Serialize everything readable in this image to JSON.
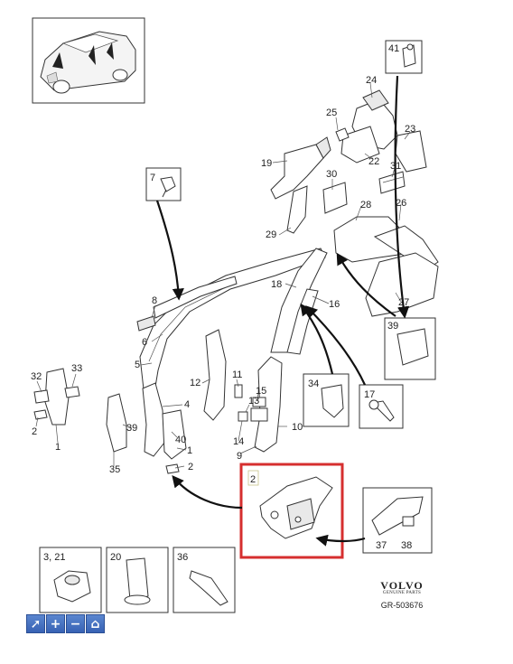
{
  "diagram": {
    "labels": [
      {
        "id": "l41",
        "text": "41"
      },
      {
        "id": "l24",
        "text": "24"
      },
      {
        "id": "l25",
        "text": "25"
      },
      {
        "id": "l23",
        "text": "23"
      },
      {
        "id": "l19",
        "text": "19"
      },
      {
        "id": "l22",
        "text": "22"
      },
      {
        "id": "l31",
        "text": "31"
      },
      {
        "id": "l7",
        "text": "7"
      },
      {
        "id": "l30",
        "text": "30"
      },
      {
        "id": "l28",
        "text": "28"
      },
      {
        "id": "l26",
        "text": "26"
      },
      {
        "id": "l29",
        "text": "29"
      },
      {
        "id": "l18",
        "text": "18"
      },
      {
        "id": "l16",
        "text": "16"
      },
      {
        "id": "l27",
        "text": "27"
      },
      {
        "id": "l8",
        "text": "8"
      },
      {
        "id": "l6",
        "text": "6"
      },
      {
        "id": "l39a",
        "text": "39"
      },
      {
        "id": "l5",
        "text": "5"
      },
      {
        "id": "l32",
        "text": "32"
      },
      {
        "id": "l33",
        "text": "33"
      },
      {
        "id": "l12",
        "text": "12"
      },
      {
        "id": "l11",
        "text": "11"
      },
      {
        "id": "l34",
        "text": "34"
      },
      {
        "id": "l17",
        "text": "17"
      },
      {
        "id": "l4",
        "text": "4"
      },
      {
        "id": "l15",
        "text": "15"
      },
      {
        "id": "l13",
        "text": "13"
      },
      {
        "id": "l39b",
        "text": "39"
      },
      {
        "id": "l2a",
        "text": "2"
      },
      {
        "id": "l40",
        "text": "40"
      },
      {
        "id": "l10",
        "text": "10"
      },
      {
        "id": "l1a",
        "text": "1"
      },
      {
        "id": "l14",
        "text": "14"
      },
      {
        "id": "l1b",
        "text": "1"
      },
      {
        "id": "l9",
        "text": "9"
      },
      {
        "id": "l35",
        "text": "35"
      },
      {
        "id": "l2b",
        "text": "2"
      },
      {
        "id": "l37",
        "text": "37"
      },
      {
        "id": "l38",
        "text": "38"
      }
    ],
    "highlight_label": "2",
    "detail_boxes": [
      {
        "id": "b321",
        "label": "3, 21"
      },
      {
        "id": "b20",
        "label": "20"
      },
      {
        "id": "b36",
        "label": "36"
      }
    ]
  },
  "brand": {
    "logo": "VOLVO",
    "tagline": "GENUINE PARTS",
    "code": "GR-503676"
  },
  "toolbar": {
    "items": [
      {
        "name": "select-tool",
        "glyph": "➚"
      },
      {
        "name": "zoom-in",
        "glyph": "+"
      },
      {
        "name": "zoom-out",
        "glyph": "−"
      },
      {
        "name": "home",
        "glyph": "⌂"
      }
    ]
  },
  "colors": {
    "highlight": "#d62f2f",
    "toolbar": "#3f6bbd",
    "line": "#333333"
  }
}
